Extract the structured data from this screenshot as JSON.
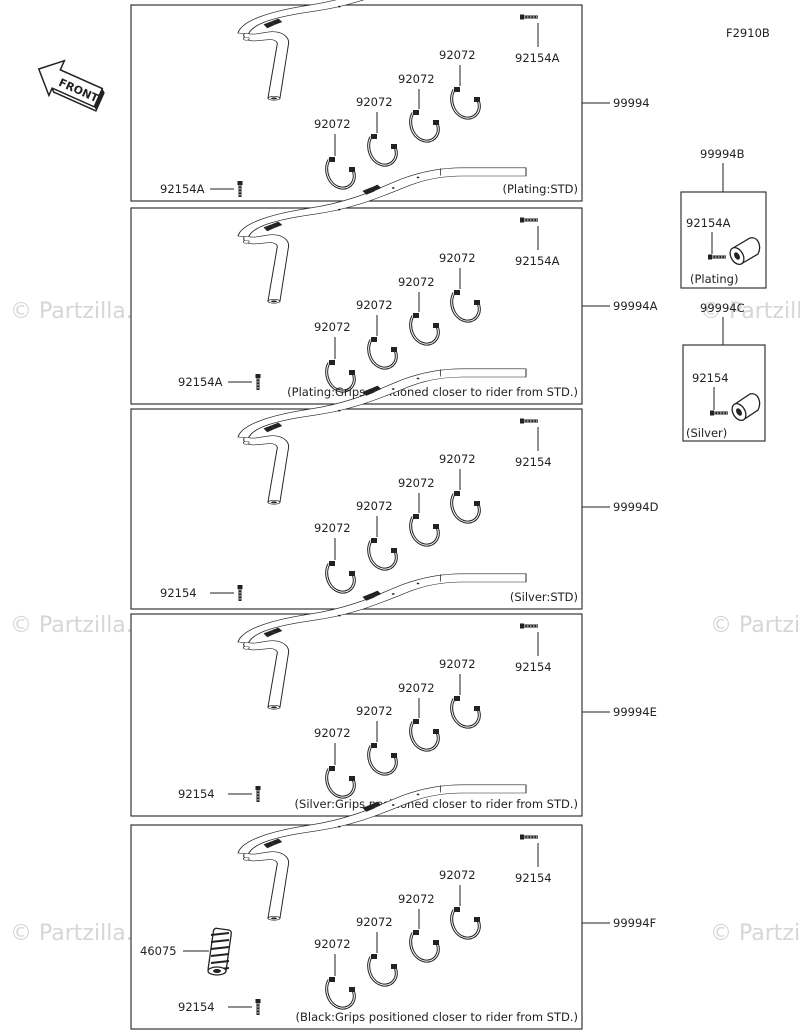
{
  "figure_code": "F2910B",
  "front_label": "FRONT",
  "watermark": "© Partzilla.com",
  "panels": [
    {
      "part": "99994",
      "bolt": "92154A",
      "bolt_bottom": "92154A",
      "clamps": [
        "92072",
        "92072",
        "92072",
        "92072"
      ],
      "note": "(Plating:STD)"
    },
    {
      "part": "99994A",
      "bolt": "92154A",
      "bolt_bottom": "92154A",
      "clamps": [
        "92072",
        "92072",
        "92072",
        "92072"
      ],
      "note": "(Plating:Grips positioned closer to rider from STD.)"
    },
    {
      "part": "99994D",
      "bolt": "92154",
      "bolt_bottom": "92154",
      "clamps": [
        "92072",
        "92072",
        "92072",
        "92072"
      ],
      "note": "(Silver:STD)"
    },
    {
      "part": "99994E",
      "bolt": "92154",
      "bolt_bottom": "92154",
      "clamps": [
        "92072",
        "92072",
        "92072",
        "92072"
      ],
      "note": "(Silver:Grips positioned closer to rider from STD.)"
    },
    {
      "part": "99994F",
      "bolt": "92154",
      "bolt_bottom": "92154",
      "clamps": [
        "92072",
        "92072",
        "92072",
        "92072"
      ],
      "note": "(Black:Grips positioned closer to rider from STD.)",
      "grip": "46075"
    }
  ],
  "side_kits": [
    {
      "part": "99994B",
      "bolt": "92154A",
      "note": "(Plating)"
    },
    {
      "part": "99994C",
      "bolt": "92154",
      "note": "(Silver)"
    }
  ]
}
